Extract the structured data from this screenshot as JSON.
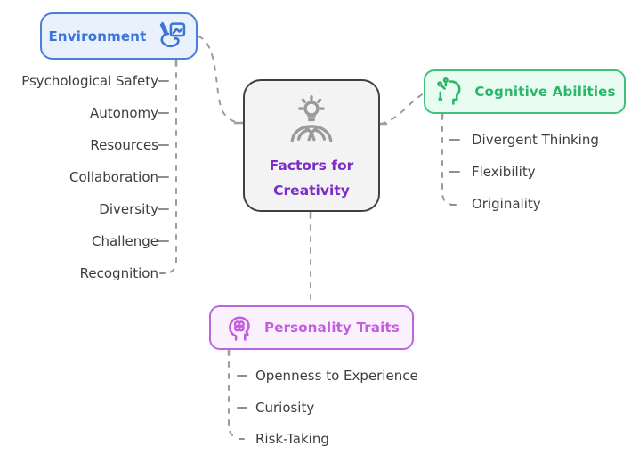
{
  "diagram": {
    "type": "mindmap",
    "background": "#ffffff",
    "connector_color": "#9c9c9c",
    "leaf_text_color": "#3d3d3d",
    "root": {
      "label_line1": "Factors for",
      "label_line2": "Creativity",
      "icon": "idea-person-icon",
      "colors": {
        "border": "#404040",
        "fill": "#f3f3f3",
        "text": "#7c2bc9",
        "icon": "#9a9a9a"
      }
    },
    "branches": [
      {
        "label": "Environment",
        "icon": "paintbrush-photo-icon",
        "colors": {
          "border": "#4b7ed9",
          "fill": "#e9f1fd",
          "text": "#3c74d9"
        },
        "items": [
          "Psychological Safety",
          "Autonomy",
          "Resources",
          "Collaboration",
          "Diversity",
          "Challenge",
          "Recognition"
        ]
      },
      {
        "label": "Cognitive Abilities",
        "icon": "head-circuit-icon",
        "colors": {
          "border": "#41c07c",
          "fill": "#e8fcf2",
          "text": "#2db56a"
        },
        "items": [
          "Divergent Thinking",
          "Flexibility",
          "Originality"
        ]
      },
      {
        "label": "Personality Traits",
        "icon": "head-brain-icon",
        "colors": {
          "border": "#bb66de",
          "fill": "#faf1fd",
          "text": "#c45ddf"
        },
        "items": [
          "Openness to Experience",
          "Curiosity",
          "Risk-Taking"
        ]
      }
    ]
  }
}
